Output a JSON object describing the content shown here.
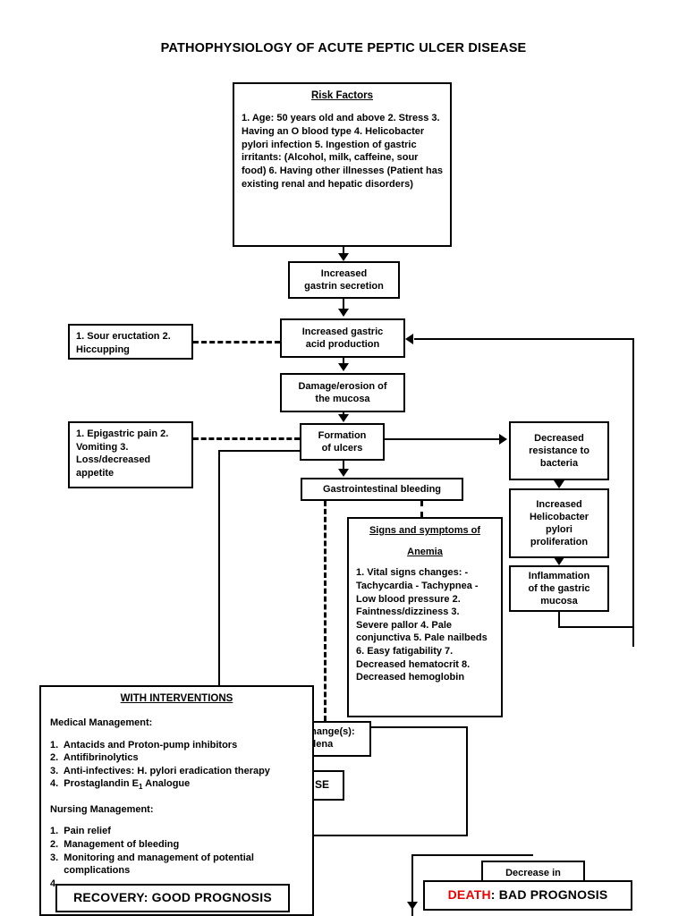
{
  "title": "PATHOPHYSIOLOGY OF ACUTE PEPTIC ULCER DISEASE",
  "colors": {
    "line": "#000000",
    "death_accent": "#ee0000",
    "background": "#ffffff"
  },
  "boxes": {
    "risk_factors": {
      "header": "Risk Factors",
      "items": [
        "1. Age: 50 years old and above",
        "2. Stress",
        "3. Having an O blood type",
        "4. Helicobacter pylori infection",
        "5. Ingestion of gastric irritants:",
        "    (Alcohol, milk, caffeine, sour food)",
        "6. Having other illnesses",
        "    (Patient has existing renal and",
        "     hepatic disorders)"
      ]
    },
    "gastrin": {
      "line1": "Increased",
      "line2": "gastrin secretion"
    },
    "acid_production": {
      "line1": "Increased gastric",
      "line2": "acid production"
    },
    "mucosa_damage": {
      "line1": "Damage/erosion of",
      "line2": "the mucosa"
    },
    "ulcer_formation": {
      "line1": "Formation",
      "line2": "of ulcers"
    },
    "gi_bleeding": {
      "label": "Gastrointestinal bleeding"
    },
    "symptoms_1": {
      "items": [
        "1. Sour eructation",
        "2. Hiccupping"
      ]
    },
    "symptoms_2": {
      "items": [
        "1. Epigastric pain",
        "2. Vomiting",
        "3. Loss/decreased",
        "    appetite"
      ]
    },
    "anemia": {
      "header_line1": "Signs and symptoms of",
      "header_line2": "Anemia",
      "items": [
        "1. Vital signs changes:",
        "   - Tachycardia",
        "   - Tachypnea",
        "   - Low blood pressure",
        "2. Faintness/dizziness",
        "3. Severe pallor",
        "4. Pale conjunctiva",
        "5. Pale nailbeds",
        "6. Easy fatigability",
        "7. Decreased hematocrit",
        "8. Decreased hemoglobin"
      ]
    },
    "decreased_resistance": {
      "line1": "Decreased",
      "line2": "resistance to",
      "line3": "bacteria"
    },
    "hpylori": {
      "line1": "Increased",
      "line2": "Helicobacter",
      "line3": "pylori",
      "line4": "proliferation"
    },
    "inflammation": {
      "line1": "Inflammation",
      "line2": "of the gastric",
      "line3": "mucosa"
    },
    "stool_change": {
      "line1": "change(s):",
      "line2": "lelena"
    },
    "hypovolemic": {
      "label": "SE"
    },
    "decrease_in": {
      "label": "Decrease in"
    },
    "interventions": {
      "header": "WITH INTERVENTIONS",
      "medical_heading": "Medical Management:",
      "medical_items": [
        "1.  Antacids and Proton-pump inhibitors",
        "2.  Antifibrinolytics",
        "3.  Anti-infectives: H. pylori eradication therapy"
      ],
      "medical_item_4_pre": "4.  Prostaglandin E",
      "medical_item_4_sub": "1",
      "medical_item_4_post": " Analogue",
      "nursing_heading": "Nursing Management:",
      "nursing_items": [
        "1.  Pain relief",
        "2.  Management of bleeding",
        "3.  Monitoring and management of potential",
        "     complications",
        "4."
      ]
    },
    "recovery": {
      "label": "RECOVERY: GOOD PROGNOSIS"
    },
    "death": {
      "label_accent": "DEATH",
      "label_rest": ": BAD PROGNOSIS"
    }
  }
}
